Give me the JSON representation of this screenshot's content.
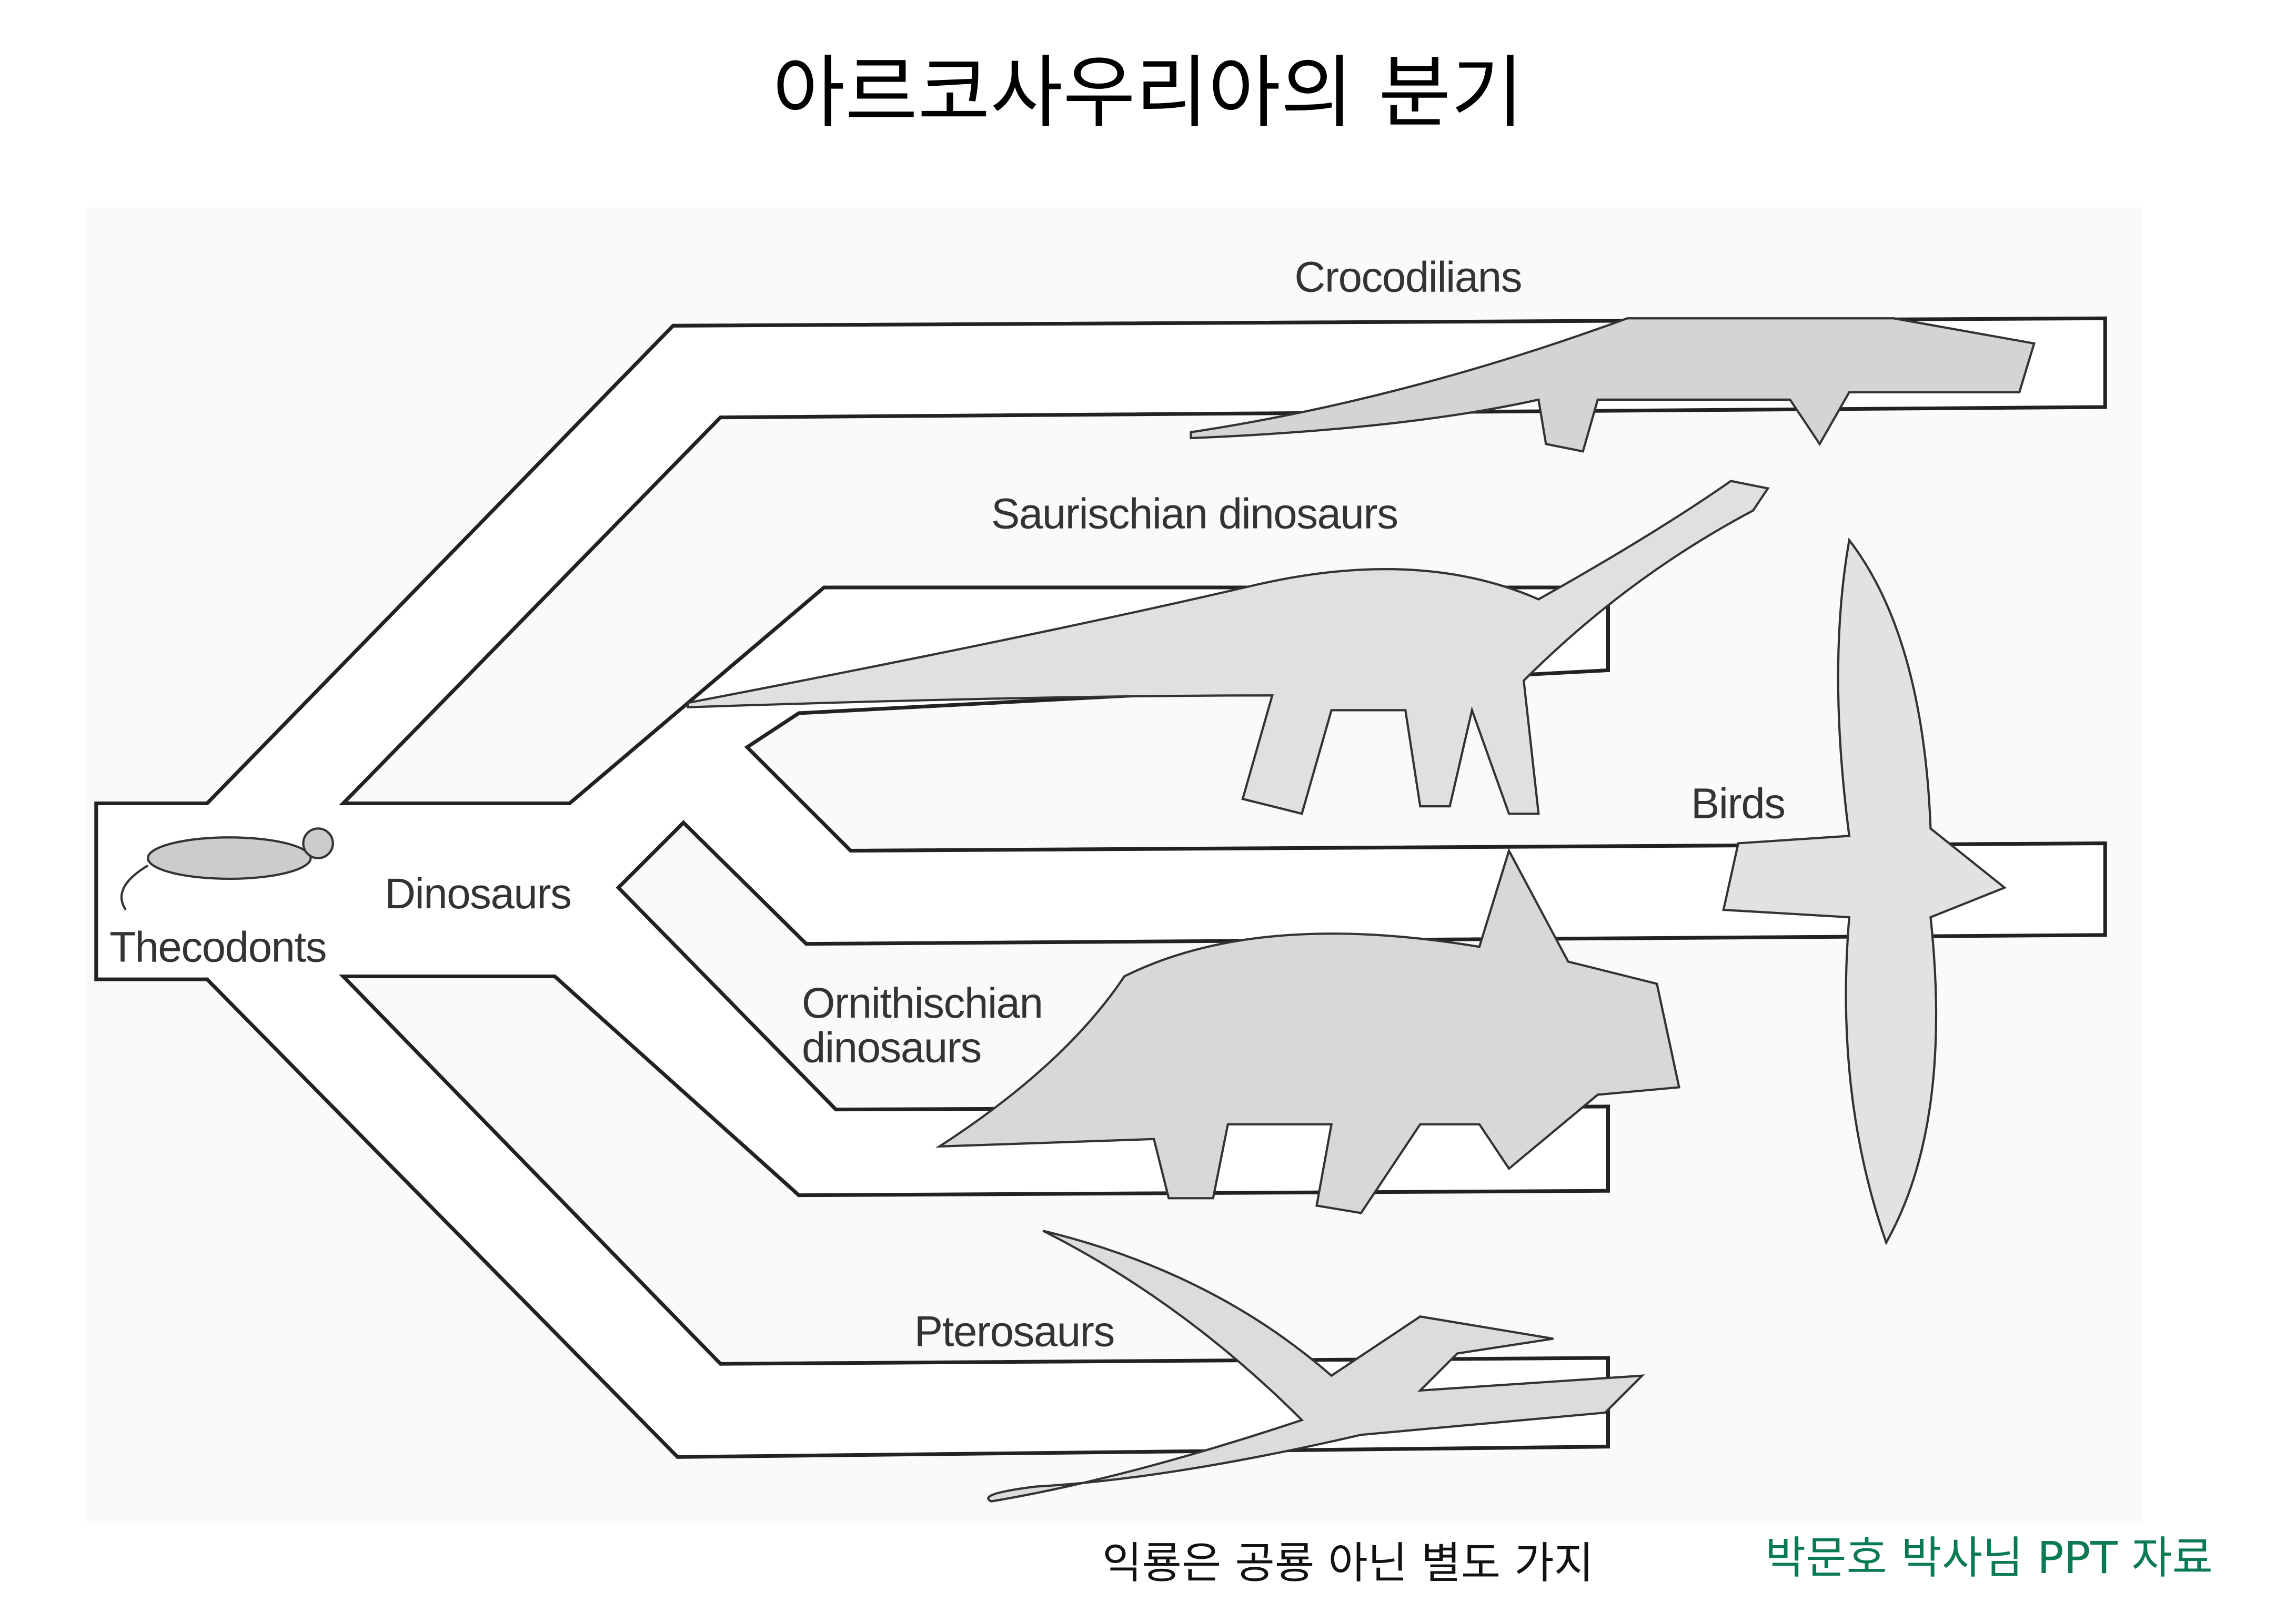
{
  "title": "아르코사우리아의 분기",
  "diagram": {
    "labels": {
      "thecodonts": "Thecodonts",
      "dinosaurs": "Dinosaurs",
      "crocodilians": "Crocodilians",
      "saurischian": "Saurischian dinosaurs",
      "ornithischian_1": "Ornithischian",
      "ornithischian_2": "dinosaurs",
      "birds": "Birds",
      "pterosaurs": "Pterosaurs"
    }
  },
  "caption": "익룡은 공룡 아닌 별도 가지",
  "credit": "박문호 박사님 PPT 자료",
  "colors": {
    "credit": "#0a7a50",
    "line": "#222222"
  }
}
